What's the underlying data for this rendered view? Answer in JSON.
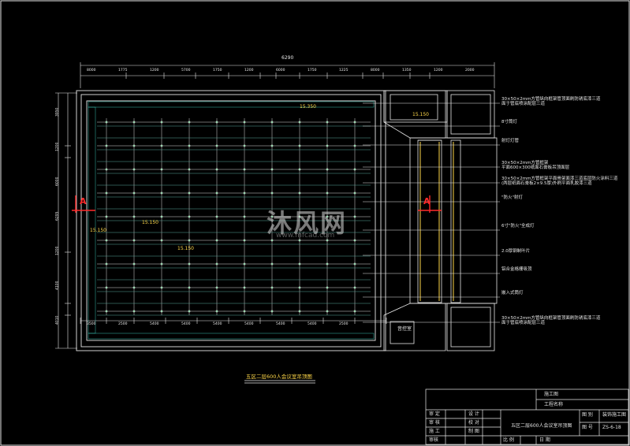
{
  "drawing": {
    "title": "五区二层600人会议室吊顶图",
    "overall_dim": "6290",
    "top_dims": [
      "8000",
      "1775",
      "1200",
      "5700",
      "1750",
      "1200",
      "6000",
      "1750",
      "1225",
      "8000",
      "1350",
      "1200",
      "2000"
    ],
    "left_dims": [
      "3950",
      "1200",
      "6000",
      "6295",
      "1200",
      "4100",
      "4010"
    ],
    "bottom_dims": [
      "3500",
      "2500",
      "5400",
      "5400",
      "5400",
      "5400",
      "5400",
      "5400",
      "2500"
    ],
    "elevations": [
      "15.350",
      "15.150",
      "15.150",
      "15.150",
      "15.150"
    ],
    "room_label": "音控室",
    "section_marks": [
      "A",
      "A"
    ],
    "callouts": [
      "30×50×2mm方管纵向框架管顶面刷防锈底漆三道\n面于管底喷涂配层三道",
      "8寸筒灯",
      "射灯灯管",
      "30×50×2mm方管框架\n平面600×300纸面石膏板吊顶面层",
      "30×50×2mm方管框架平面骨架面漆三道底层防火涂料三道\n(两层纸面石膏板2×9.5厚)外刷平面乳胶漆三道",
      "\"防火\"射灯",
      "6寸\"防火\"全成灯",
      "2.0厚钢制叶片",
      "铝合金格栅吸顶",
      "嵌入式筒灯",
      "30×50×2mm方管纵向框架管顶面刷防锈底漆三道\n面于管底喷涂配层三道"
    ],
    "watermark": {
      "brand": "沐风网",
      "url": "www.mfcad.com"
    }
  },
  "title_block": {
    "project": "施工图",
    "phase": "工程名称",
    "rows": [
      {
        "a": "审 定",
        "b": "设 计"
      },
      {
        "a": "审 核",
        "b": "校 对"
      },
      {
        "a": "施 工",
        "b": "制 图"
      },
      {
        "a": "审核",
        "b": "比 例",
        "c": "日 期"
      }
    ],
    "drawing_name": "五区二层600人会议室吊顶图",
    "labels": {
      "drawing_no": "图 别",
      "sheet": "图 号"
    },
    "values": {
      "drawing_no": "装饰施工图",
      "sheet": "ZS-6-18"
    }
  },
  "colors": {
    "bg": "#000000",
    "line": "#e8e8e8",
    "hatch": "#39c0b0",
    "grid": "#ffffff",
    "accent": "#ffd84a",
    "mark": "#ff2b2b"
  }
}
